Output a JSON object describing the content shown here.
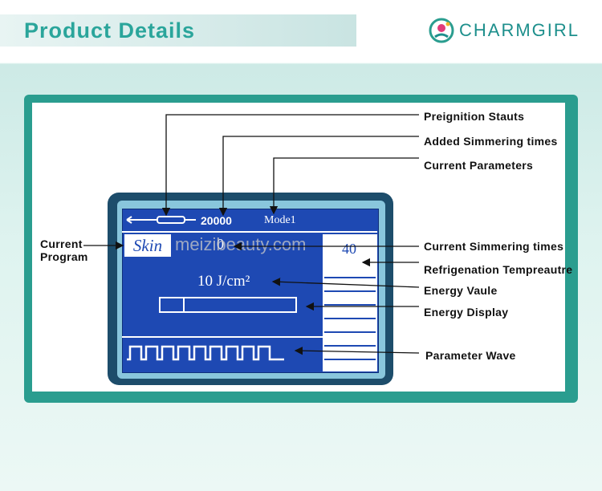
{
  "header": {
    "title": "Product Details",
    "brand": "CHARMGIRL",
    "brand_icon": "charmgirl-logo-icon"
  },
  "screen": {
    "lamp_icon": "xenon-lamp-icon",
    "count": "20000",
    "mode": "Mode1",
    "program": "Skin",
    "simmer_digit": "0",
    "temperature": "40",
    "energy_text": "10  J/cm²",
    "energy_level": 0.18,
    "wave_icon": "pulse-wave-icon"
  },
  "watermark": "meizibeauty.com",
  "labels": {
    "preignition": "Preignition Stauts",
    "added_simmering": "Added Simmering times",
    "current_parameters": "Current Parameters",
    "current_simmering": "Current Simmering times",
    "refrigeration": "Refrigenation Tempreautre",
    "energy_value": "Energy Vaule",
    "energy_display": "Energy Display",
    "parameter_wave": "Parameter Wave",
    "current_program_line1": "Current",
    "current_program_line2": "Program"
  },
  "colors": {
    "accent": "#2aa59b",
    "screen_blue": "#1e49b3",
    "device_body": "#1d4d6b"
  }
}
